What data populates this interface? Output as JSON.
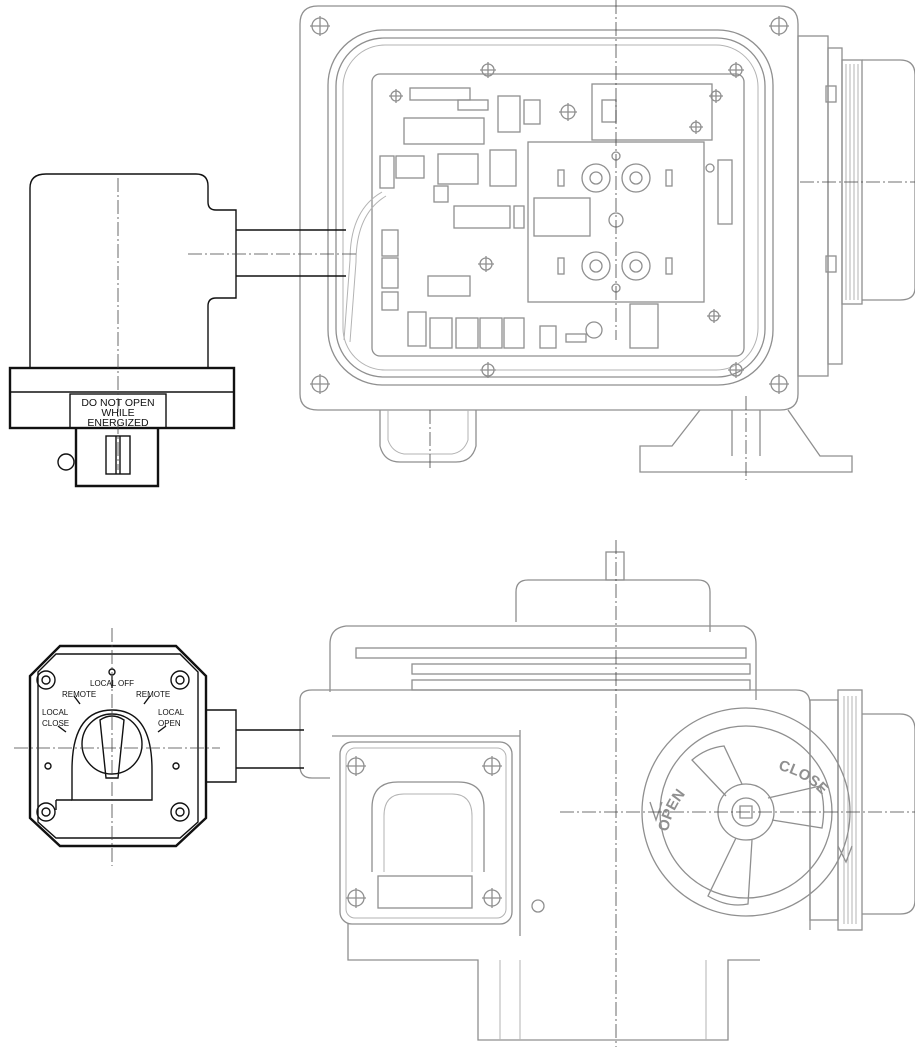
{
  "warning_label": {
    "line1": "DO NOT OPEN",
    "line2": "WHILE",
    "line3": "ENERGIZED"
  },
  "selector_switch": {
    "local_close": [
      "LOCAL",
      "CLOSE"
    ],
    "remote_left": "REMOTE",
    "local_top": "LOCAL",
    "off": "OFF",
    "remote_right": "REMOTE",
    "local_open": [
      "LOCAL",
      "OPEN"
    ]
  },
  "handwheel": {
    "open": "OPEN",
    "close": "CLOSE"
  }
}
